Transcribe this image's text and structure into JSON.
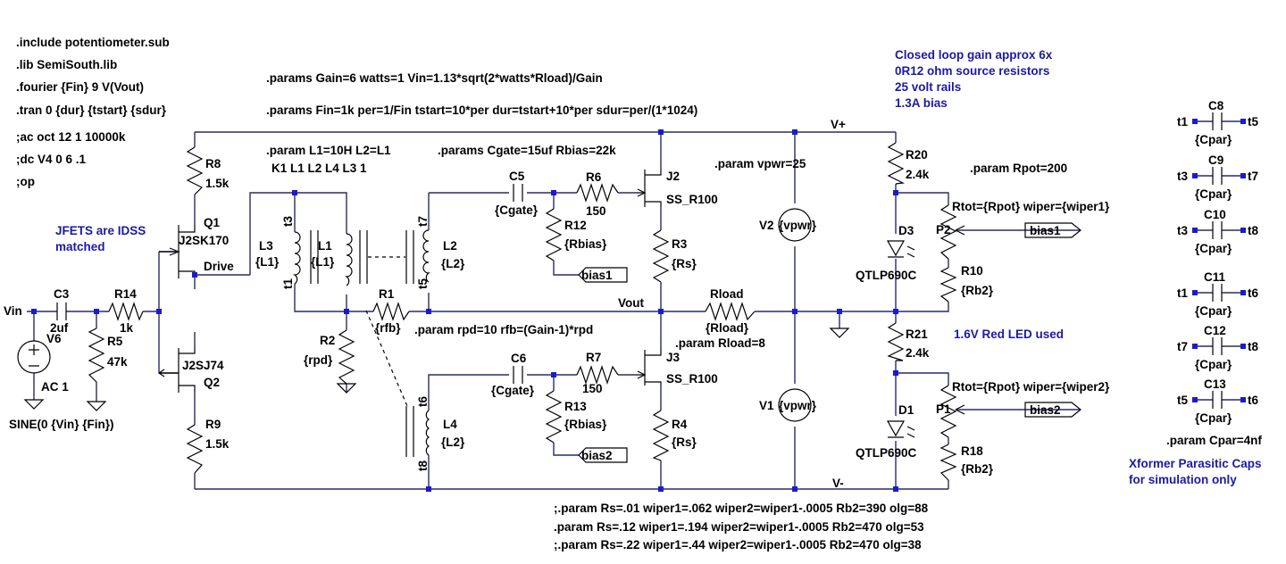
{
  "directives": {
    "include": ".include potentiometer.sub",
    "lib": ".lib SemiSouth.lib",
    "fourier": ".fourier {Fin} 9 V(Vout)",
    "tran": ".tran 0 {dur} {tstart} {sdur}",
    "ac": ";ac oct 12 1 10000k",
    "dc": ";dc V4 0 6 .1",
    "op": ";op",
    "params_gain": ".params Gain=6 watts=1 Vin=1.13*sqrt(2*watts*Rload)/Gain",
    "params_fin": ".params Fin=1k  per=1/Fin tstart=10*per dur=tstart+10*per sdur=per/(1*1024)",
    "param_l": ".param L1=10H L2=L1",
    "coupling": "K1 L1 L2 L4  L3 1",
    "params_cgate": ".params Cgate=15uf Rbias=22k",
    "param_vpwr": ".param vpwr=25",
    "param_rpot": ".param Rpot=200",
    "param_rpd": ".param rpd=10 rfb=(Gain-1)*rpd",
    "param_rload": ".param Rload=8",
    "param_cpar": ".param Cpar=4nf",
    "alt1": ";.param Rs=.01 wiper1=.062 wiper2=wiper1-.0005 Rb2=390 olg=88",
    "alt2": ".param Rs=.12 wiper1=.194 wiper2=wiper1-.0005 Rb2=470 olg=53",
    "alt3": ";.param Rs=.22 wiper1=.44 wiper2=wiper1-.0005 Rb2=470 olg=38"
  },
  "notes": {
    "gain": "Closed loop gain approx 6x",
    "source_res": "0R12 ohm source resistors",
    "rails": "25 volt rails",
    "bias": "1.3A bias",
    "jfet1": "JFETS are IDSS",
    "jfet2": "matched",
    "led": "1.6V Red LED used",
    "xformer1": "Xformer Parasitic Caps",
    "xformer2": "for simulation only"
  },
  "nets": {
    "vin": "Vin",
    "drive": "Drive",
    "vout": "Vout",
    "vplus": "V+",
    "vminus": "V-",
    "bias1": "bias1",
    "bias2": "bias2"
  },
  "parts": {
    "v6": {
      "name": "V6",
      "value": "AC 1",
      "source": "SINE(0 {Vin} {Fin})"
    },
    "c3": {
      "name": "C3",
      "value": "2uf"
    },
    "r14": {
      "name": "R14",
      "value": "1k"
    },
    "r5": {
      "name": "R5",
      "value": "47k"
    },
    "r8": {
      "name": "R8",
      "value": "1.5k"
    },
    "r9": {
      "name": "R9",
      "value": "1.5k"
    },
    "q1": {
      "name": "Q1",
      "value": "J2SK170"
    },
    "q2": {
      "name": "Q2",
      "value": "J2SJ74"
    },
    "l3": {
      "name": "L3",
      "value": "{L1}"
    },
    "l1": {
      "name": "L1",
      "value": "{L1}"
    },
    "l2": {
      "name": "L2",
      "value": "{L2}"
    },
    "l4": {
      "name": "L4",
      "value": "{L2}"
    },
    "t1": "t1",
    "t3": "t3",
    "t5": "t5",
    "t6": "t6",
    "t7": "t7",
    "t8": "t8",
    "r1": {
      "name": "R1",
      "value": "{rfb}"
    },
    "r2": {
      "name": "R2",
      "value": "{rpd}"
    },
    "c5": {
      "name": "C5",
      "value": "{Cgate}"
    },
    "c6": {
      "name": "C6",
      "value": "{Cgate}"
    },
    "r6": {
      "name": "R6",
      "value": "150"
    },
    "r7": {
      "name": "R7",
      "value": "150"
    },
    "r12": {
      "name": "R12",
      "value": "{Rbias}"
    },
    "r13": {
      "name": "R13",
      "value": "{Rbias}"
    },
    "j2": {
      "name": "J2",
      "value": "SS_R100"
    },
    "j3": {
      "name": "J3",
      "value": "SS_R100"
    },
    "r3": {
      "name": "R3",
      "value": "{Rs}"
    },
    "r4": {
      "name": "R4",
      "value": "{Rs}"
    },
    "rload": {
      "name": "Rload",
      "value": "{Rload}"
    },
    "v2": {
      "name": "V2",
      "value": "{vpwr}"
    },
    "v1": {
      "name": "V1",
      "value": "{vpwr}"
    },
    "r20": {
      "name": "R20",
      "value": "2.4k"
    },
    "r21": {
      "name": "R21",
      "value": "2.4k"
    },
    "d3": {
      "name": "D3",
      "value": "QTLP690C"
    },
    "d1": {
      "name": "D1",
      "value": "QTLP690C"
    },
    "p2": {
      "name": "P2",
      "value": "Rtot={Rpot} wiper={wiper1}"
    },
    "p1": {
      "name": "P1",
      "value": "Rtot={Rpot} wiper={wiper2}"
    },
    "r10": {
      "name": "R10",
      "value": "{Rb2}"
    },
    "r18": {
      "name": "R18",
      "value": "{Rb2}"
    }
  },
  "caps": [
    {
      "name": "C8",
      "left": "t1",
      "right": "t5",
      "value": "{Cpar}"
    },
    {
      "name": "C9",
      "left": "t3",
      "right": "t7",
      "value": "{Cpar}"
    },
    {
      "name": "C10",
      "left": "t3",
      "right": "t8",
      "value": "{Cpar}"
    },
    {
      "name": "C11",
      "left": "t1",
      "right": "t6",
      "value": "{Cpar}"
    },
    {
      "name": "C12",
      "left": "t7",
      "right": "t8",
      "value": "{Cpar}"
    },
    {
      "name": "C13",
      "left": "t5",
      "right": "t6",
      "value": "{Cpar}"
    }
  ],
  "colors": {
    "wire": "#2a2a6a",
    "node": "#1a1ad0",
    "note": "#1a1aa6",
    "part": "#000000"
  }
}
